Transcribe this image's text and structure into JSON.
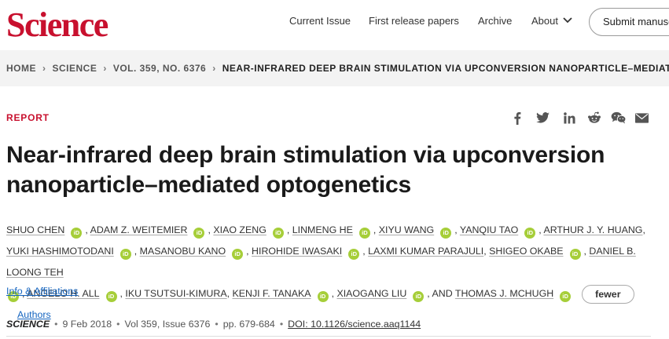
{
  "header": {
    "logo": "Science",
    "nav": [
      "Current Issue",
      "First release papers",
      "Archive",
      "About"
    ],
    "submit": "Submit manuscript"
  },
  "breadcrumb": [
    "HOME",
    "SCIENCE",
    "VOL. 359, NO. 6376",
    "NEAR-INFRARED DEEP BRAIN STIMULATION VIA UPCONVERSION NANOPARTICLE–MEDIATE..."
  ],
  "article": {
    "type": "REPORT",
    "title": "Near-infrared deep brain stimulation via upconversion nanoparticle–mediated optogenetics",
    "share_icons": [
      "facebook-icon",
      "twitter-icon",
      "linkedin-icon",
      "reddit-icon",
      "wechat-icon",
      "email-icon"
    ],
    "authors": [
      "SHUO CHEN",
      "ADAM Z. WEITEMIER",
      "XIAO ZENG",
      "LINMENG HE",
      "XIYU WANG",
      "YANQIU TAO",
      "ARTHUR J. Y. HUANG",
      "YUKI HASHIMOTODANI",
      "MASANOBU KANO",
      "HIROHIDE IWASAKI",
      "LAXMI KUMAR PARAJULI",
      "SHIGEO OKABE",
      "DANIEL B. LOONG TEH",
      "ANGELO H. ALL",
      "IKU TSUTSUI-KIMURA",
      "KENJI F. TANAKA",
      "XIAOGANG LIU",
      "THOMAS J. MCHUGH"
    ],
    "and_text": ", AND",
    "orcid_badge": "iD",
    "fewer_label": "fewer",
    "authors_label": "Authors",
    "info_label": "Info & Affiliations",
    "journal": "SCIENCE",
    "date": "9 Feb 2018",
    "volume": "Vol 359, Issue 6376",
    "pages": "pp. 679-684",
    "doi": "DOI: 10.1126/science.aaq1144"
  }
}
